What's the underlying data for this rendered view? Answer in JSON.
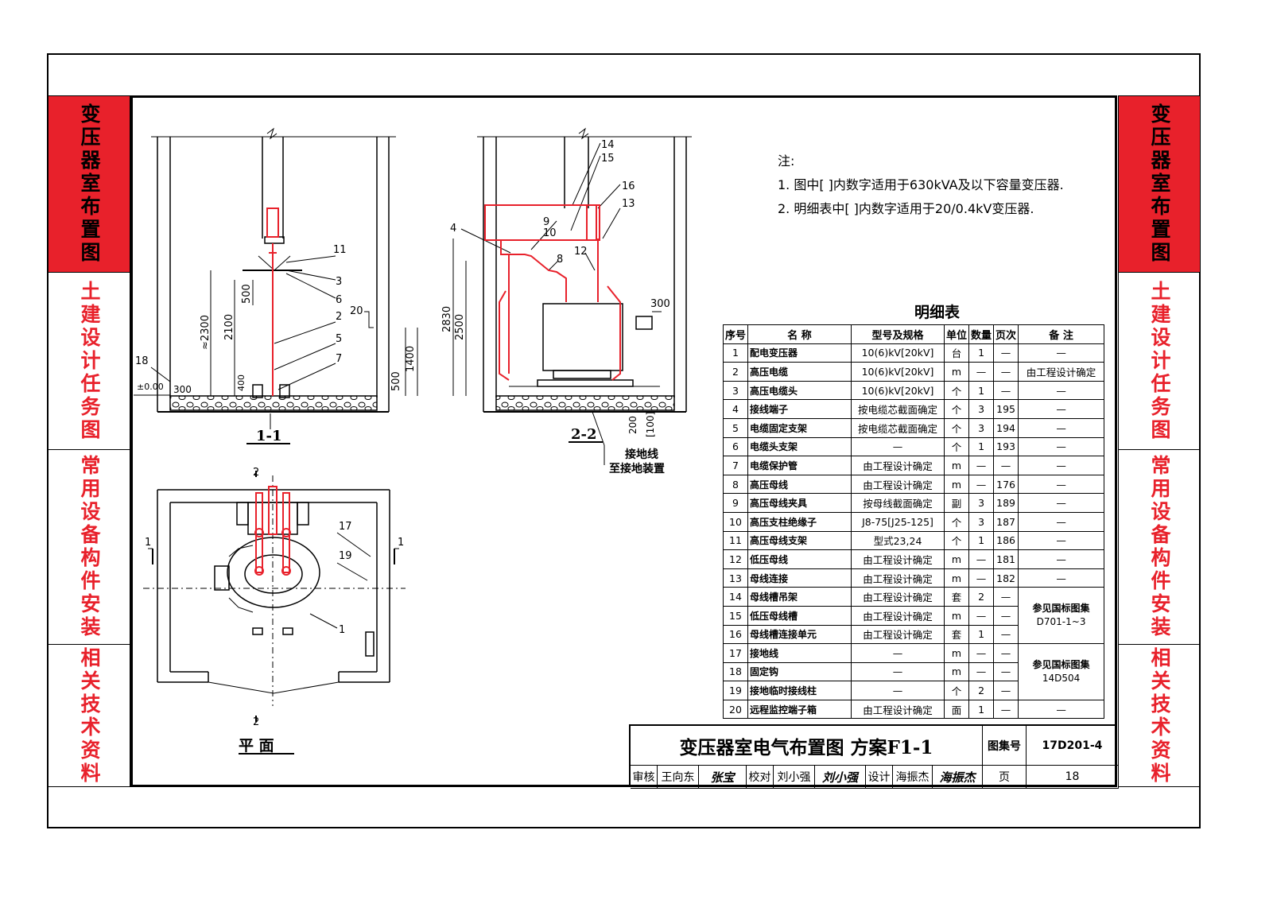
{
  "side_tabs": [
    {
      "label": "变压器室布置图",
      "active": true
    },
    {
      "label": "土建设计任务图",
      "active": false
    },
    {
      "label": "常用设备构件安装",
      "active": false
    },
    {
      "label": "相关技术资料",
      "active": false
    }
  ],
  "notes": {
    "heading": "注:",
    "items": [
      "1. 图中[ ]内数字适用于630kVA及以下容量变压器.",
      "2. 明细表中[ ]内数字适用于20/0.4kV变压器."
    ]
  },
  "drawings": {
    "section_1": {
      "label": "1-1",
      "dims": [
        "≈2300",
        "2100",
        "500",
        "300",
        "400",
        "500",
        "1400",
        "±0.00"
      ],
      "callouts": [
        "11",
        "3",
        "6",
        "2",
        "5",
        "7",
        "20",
        "18"
      ]
    },
    "section_2": {
      "label": "2-2",
      "dims": [
        "2830",
        "2500",
        "300",
        "200",
        "[100]"
      ],
      "callouts": [
        "14",
        "15",
        "16",
        "13",
        "4",
        "9",
        "10",
        "8",
        "12"
      ],
      "ground_line": "接地线",
      "ground_device": "至接地装置"
    },
    "plan": {
      "label": "平  面",
      "callouts": [
        "17",
        "19",
        "1"
      ],
      "section_marks": [
        "1",
        "1",
        "2",
        "2"
      ]
    }
  },
  "bom": {
    "title": "明细表",
    "headers": [
      "序号",
      "名  称",
      "型号及规格",
      "单位",
      "数量",
      "页次",
      "备  注"
    ],
    "rows": [
      [
        "1",
        "配电变压器",
        "10(6)kV[20kV]",
        "台",
        "1",
        "—",
        "—"
      ],
      [
        "2",
        "高压电缆",
        "10(6)kV[20kV]",
        "m",
        "—",
        "—",
        "由工程设计确定"
      ],
      [
        "3",
        "高压电缆头",
        "10(6)kV[20kV]",
        "个",
        "1",
        "—",
        "—"
      ],
      [
        "4",
        "接线端子",
        "按电缆芯截面确定",
        "个",
        "3",
        "195",
        "—"
      ],
      [
        "5",
        "电缆固定支架",
        "按电缆芯截面确定",
        "个",
        "3",
        "194",
        "—"
      ],
      [
        "6",
        "电缆头支架",
        "—",
        "个",
        "1",
        "193",
        "—"
      ],
      [
        "7",
        "电缆保护管",
        "由工程设计确定",
        "m",
        "—",
        "—",
        "—"
      ],
      [
        "8",
        "高压母线",
        "由工程设计确定",
        "m",
        "—",
        "176",
        "—"
      ],
      [
        "9",
        "高压母线夹具",
        "按母线截面确定",
        "副",
        "3",
        "189",
        "—"
      ],
      [
        "10",
        "高压支柱绝缘子",
        "J8-75[J25-125]",
        "个",
        "3",
        "187",
        "—"
      ],
      [
        "11",
        "高压母线支架",
        "型式23,24",
        "个",
        "1",
        "186",
        "—"
      ],
      [
        "12",
        "低压母线",
        "由工程设计确定",
        "m",
        "—",
        "181",
        "—"
      ],
      [
        "13",
        "母线连接",
        "由工程设计确定",
        "m",
        "—",
        "182",
        "—"
      ],
      [
        "14",
        "母线槽吊架",
        "由工程设计确定",
        "套",
        "2",
        "—",
        ""
      ],
      [
        "15",
        "低压母线槽",
        "由工程设计确定",
        "m",
        "—",
        "—",
        ""
      ],
      [
        "16",
        "母线槽连接单元",
        "由工程设计确定",
        "套",
        "1",
        "—",
        ""
      ],
      [
        "17",
        "接地线",
        "—",
        "m",
        "—",
        "—",
        ""
      ],
      [
        "18",
        "固定钩",
        "—",
        "m",
        "—",
        "—",
        ""
      ],
      [
        "19",
        "接地临时接线柱",
        "—",
        "个",
        "2",
        "—",
        ""
      ],
      [
        "20",
        "远程监控端子箱",
        "由工程设计确定",
        "面",
        "1",
        "—",
        "—"
      ]
    ],
    "ref_a": {
      "line1": "参见国标图集",
      "line2": "D701-1~3"
    },
    "ref_b": {
      "line1": "参见国标图集",
      "line2": "14D504"
    }
  },
  "title_block": {
    "title": "变压器室电气布置图  方案F1-1",
    "atlas_label": "图集号",
    "atlas_no": "17D201-4",
    "review_label": "审核",
    "reviewer": "王向东",
    "reviewer_sig": "张宝",
    "check_label": "校对",
    "checker": "刘小强",
    "checker_sig": "刘小强",
    "design_label": "设计",
    "designer": "海振杰",
    "designer_sig": "海振杰",
    "page_label": "页",
    "page_no": "18"
  },
  "colors": {
    "accent": "#e8212b",
    "line": "#000000"
  }
}
